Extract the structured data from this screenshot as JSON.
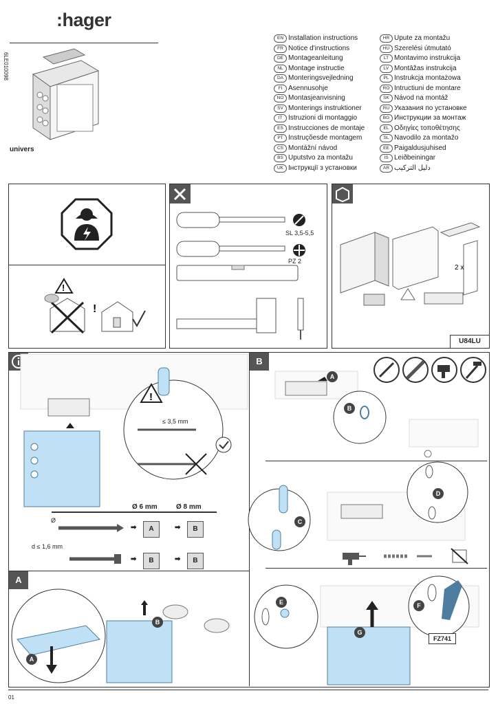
{
  "brand": {
    "logo_text": ":hager"
  },
  "doc_code": "6LE010098",
  "series_name": "univers",
  "languages_left": [
    {
      "code": "EN",
      "label": "Installation instructions"
    },
    {
      "code": "FR",
      "label": "Notice d'instructions"
    },
    {
      "code": "DE",
      "label": "Montageanleitung"
    },
    {
      "code": "NL",
      "label": "Montage instructie"
    },
    {
      "code": "DA",
      "label": "Monteringsvejledning"
    },
    {
      "code": "FI",
      "label": "Asennusohje"
    },
    {
      "code": "NO",
      "label": "Montasjeanvisning"
    },
    {
      "code": "SV",
      "label": "Monterings instruktioner"
    },
    {
      "code": "IT",
      "label": "Istruzioni di montaggio"
    },
    {
      "code": "ES",
      "label": "Instrucciones de montaje"
    },
    {
      "code": "PT",
      "label": "Instruçõesde montagem"
    },
    {
      "code": "CS",
      "label": "Montážní návod"
    },
    {
      "code": "BS",
      "label": "Uputstvo za montažu"
    },
    {
      "code": "UK",
      "label": "Інструкції з установки"
    }
  ],
  "languages_right": [
    {
      "code": "HR",
      "label": "Upute za montažu"
    },
    {
      "code": "HU",
      "label": "Szerelési útmutató"
    },
    {
      "code": "LT",
      "label": "Montavimo instrukcija"
    },
    {
      "code": "LV",
      "label": "Montāžas instrukcija"
    },
    {
      "code": "PL",
      "label": "Instrukcja montażowa"
    },
    {
      "code": "RO",
      "label": "Intructiuni de montare"
    },
    {
      "code": "SK",
      "label": "Návod na montáž"
    },
    {
      "code": "RU",
      "label": "Указания по установке"
    },
    {
      "code": "BG",
      "label": "Инструкции за монтаж"
    },
    {
      "code": "EL",
      "label": "Οδηγίες τοποθέτησης"
    },
    {
      "code": "SL",
      "label": "Navodilo za montažo"
    },
    {
      "code": "EE",
      "label": "Paigaldusjuhised"
    },
    {
      "code": "IS",
      "label": "Leiðbeiningar"
    },
    {
      "code": "AR",
      "label": "دليل التركيب"
    }
  ],
  "tools": {
    "screwdriver_slot": "SL 3,5-5,5",
    "screwdriver_pz": "PZ 2"
  },
  "contents": {
    "quantity": "2 x",
    "product_ref": "U84LU"
  },
  "section_info": {
    "tag_icon": "info-icon",
    "screw_limit": "≤ 3,5 mm",
    "diameter_6": "Ø 6 mm",
    "diameter_8": "Ø 8 mm",
    "diameter_symbol": "Ø",
    "head_limit": "d ≤ 1,6 mm",
    "row1_opt1": "A",
    "row1_opt2": "B",
    "row2_opt1": "B",
    "row2_opt2": "B"
  },
  "section_a": {
    "tag": "A",
    "step_a": "A",
    "step_b": "B"
  },
  "section_b": {
    "tag": "B",
    "steps": [
      "A",
      "B",
      "C",
      "D",
      "E",
      "F",
      "G"
    ],
    "accessory_ref": "FZ741"
  },
  "page_number": "01"
}
